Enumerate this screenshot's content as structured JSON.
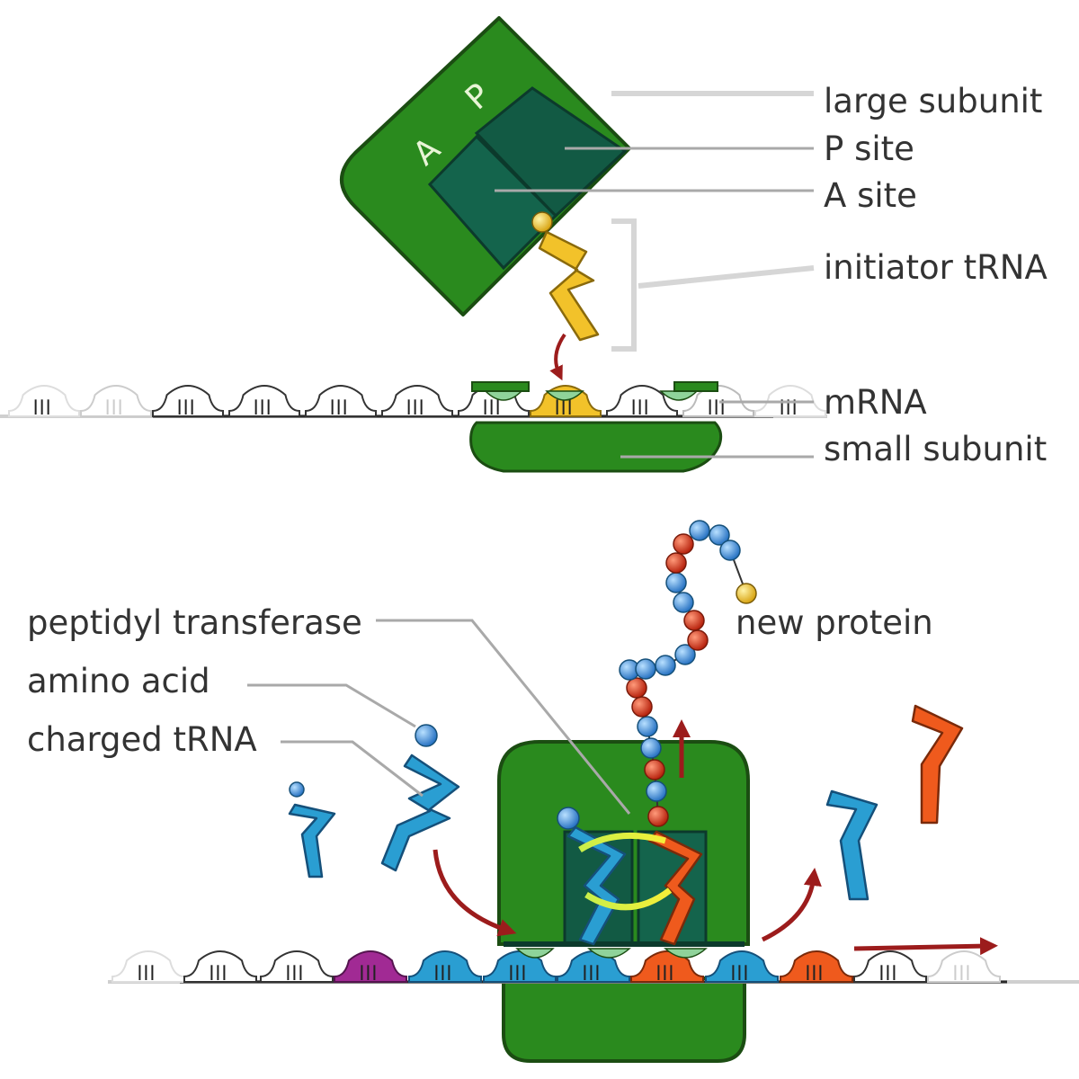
{
  "top": {
    "site_letter_a": "A",
    "site_letter_p": "P",
    "labels": {
      "large_subunit": "large subunit",
      "p_site": "P site",
      "a_site": "A site",
      "initiator_trna": "initiator tRNA",
      "mrna": "mRNA",
      "small_subunit": "small subunit"
    }
  },
  "bottom": {
    "labels": {
      "peptidyl_transferase": "peptidyl transferase",
      "amino_acid": "amino acid",
      "charged_trna": "charged tRNA",
      "new_protein": "new protein"
    }
  },
  "colors": {
    "ribosome": "#2a8a1e",
    "ribosome_edge": "#1b4d12",
    "site": "#125a44",
    "initiator_trna": "#f2c22a",
    "trna_blue": "#2a9ed2",
    "trna_orange": "#ef5a1d",
    "codon_purple": "#a12a94",
    "amino_red": "#d63b22",
    "amino_blue": "#3f8fd6",
    "arrow": "#9c1c1c",
    "leader": "#a9a9a9"
  }
}
